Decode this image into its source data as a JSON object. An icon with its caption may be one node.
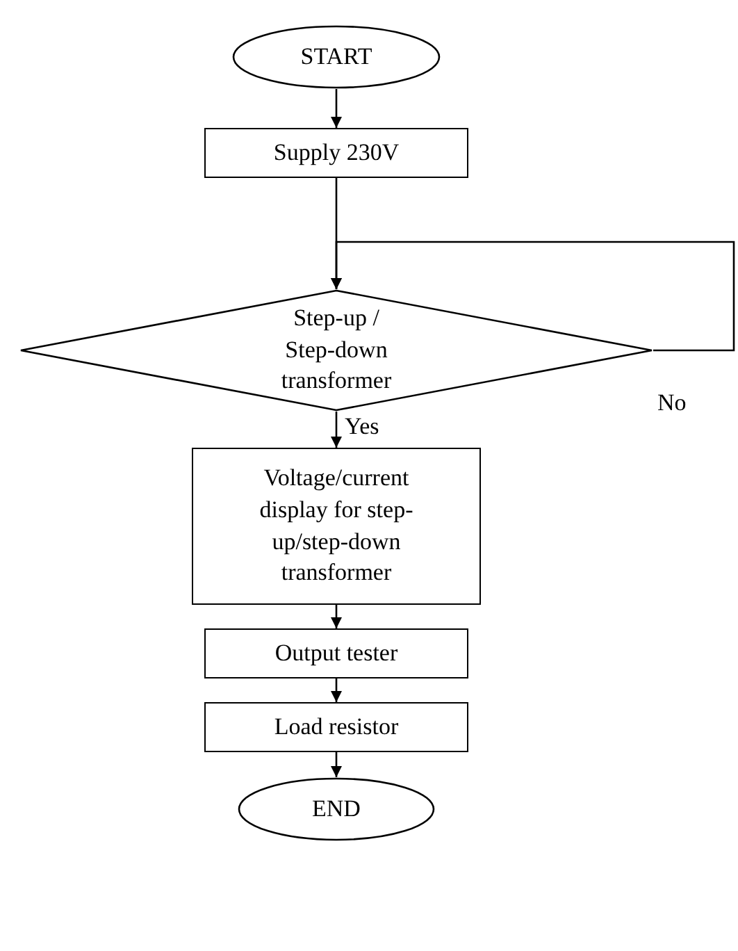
{
  "diagram": {
    "nodes": [
      {
        "text": [
          "START"
        ]
      },
      {
        "text": [
          "Supply 230V"
        ]
      },
      {
        "text": [
          "Step-up / Step-down transformer"
        ]
      },
      {
        "text": [
          "Voltage/current display for step-up/step-down transformer"
        ]
      },
      {
        "text": [
          "Output tester"
        ]
      },
      {
        "text": [
          "Load resistor"
        ]
      },
      {
        "text": [
          "END"
        ]
      }
    ],
    "edges": [
      {
        "from": 0,
        "to": 1,
        "arrow": "to"
      },
      {
        "from": 1,
        "to": 2,
        "arrow": "to"
      },
      {
        "from": 2,
        "to": 2,
        "arrow": "to",
        "label": "No"
      },
      {
        "from": 2,
        "to": 3,
        "arrow": "to",
        "label": "Yes"
      },
      {
        "from": 3,
        "to": 4,
        "arrow": "to"
      },
      {
        "from": 4,
        "to": 5,
        "arrow": "to"
      },
      {
        "from": 5,
        "to": 6,
        "arrow": "to"
      }
    ]
  }
}
